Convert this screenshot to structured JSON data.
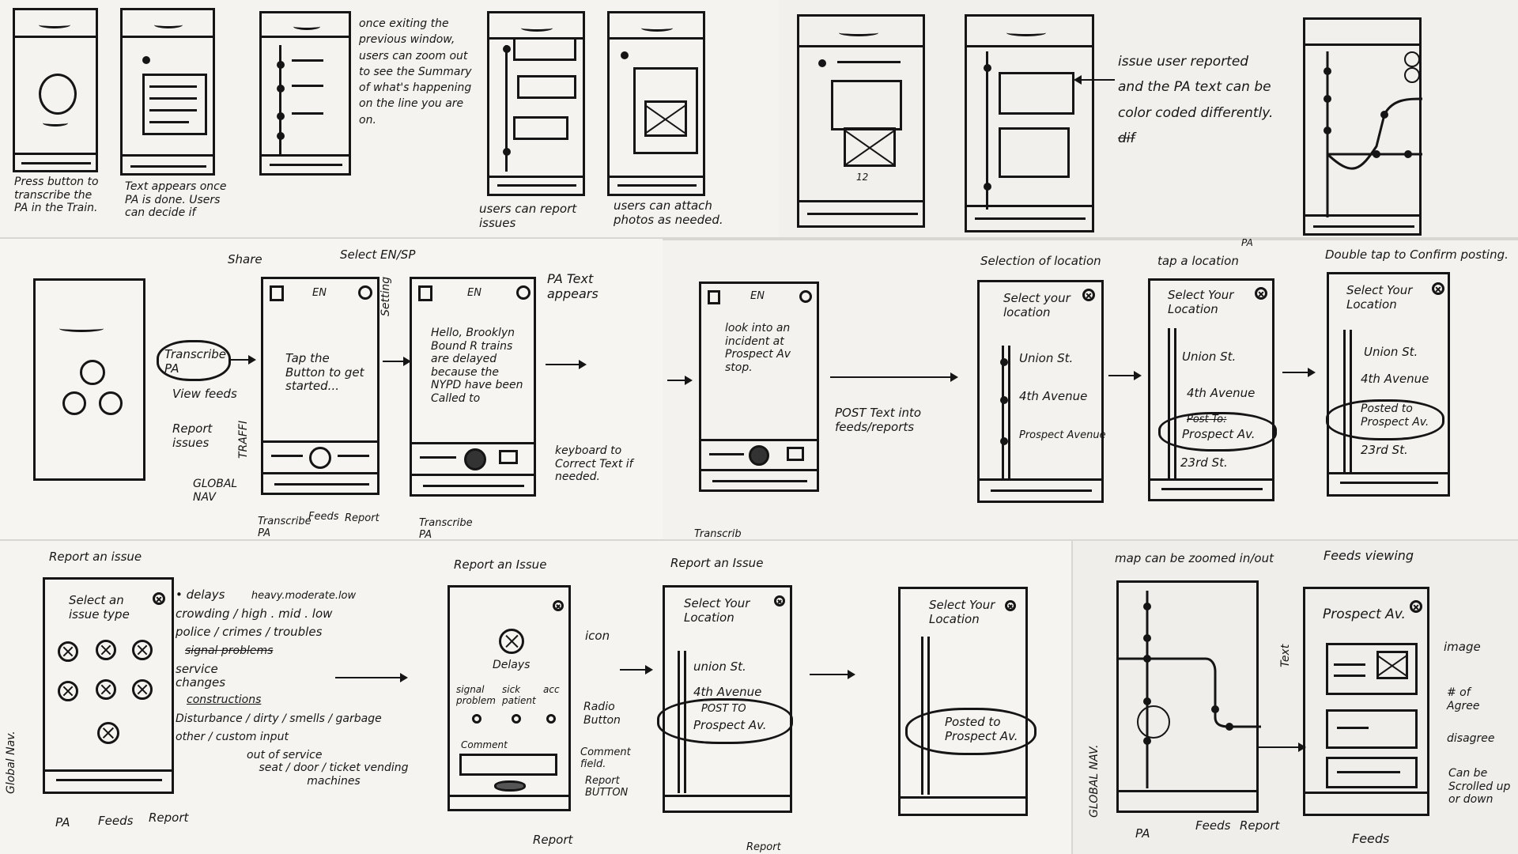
{
  "row1": {
    "n1": "Press button to transcribe the PA in the Train.",
    "n2": "Text appears once PA is done. Users can decide if",
    "n3": "once exiting the previous window, users can zoom out to see the Summary of what's happening on the line you are on.",
    "n4": "users can report issues",
    "n5": "users can attach photos as needed.",
    "n6_page": "12",
    "n7": "issue user reported and the PA text can be color coded differently.",
    "n7_struck": "dif"
  },
  "row2": {
    "share": "Share",
    "select_en_sp": "Select EN/SP",
    "setting": "Setting",
    "transcribe_pa": "Transcribe PA",
    "view_feeds": "View feeds",
    "report_issues": "Report issues",
    "traffic": "TRAFFI",
    "global_nav": "GLOBAL NAV",
    "nav_transcribe": "Transcribe PA",
    "nav_feeds": "Feeds",
    "nav_report": "Report",
    "en": "EN",
    "tap_button": "Tap the Button to get started...",
    "pa_text_appears": "PA Text appears",
    "hello_brooklyn": "Hello, Brooklyn Bound R trains are delayed because the NYPD have been Called to",
    "keyboard_note": "keyboard to Correct Text if needed.",
    "transcribe_cut": "Transcribe PA",
    "pa_top": "PA",
    "incident_text": "look into an incident at Prospect Av stop.",
    "post_text_note": "POST Text into feeds/reports",
    "transcrib_cut2": "Transcrib",
    "sel_location_title": "Selection of location",
    "tap_location_title": "tap a location",
    "double_tap_title": "Double tap to Confirm posting.",
    "select_your_location": "Select your location",
    "select_your_location_cap": "Select Your Location",
    "stations": [
      "Union St.",
      "4th Avenue",
      "Prospect Avenue",
      "23rd St."
    ],
    "post_to": "Post To:",
    "prospect_av": "Prospect Av.",
    "posted_to": "Posted to",
    "posted_prospect": "Prospect Av.",
    "stations_short": [
      "Union St.",
      "4th Avenue",
      "23rd St."
    ]
  },
  "row3": {
    "report_issue_title": "Report an issue",
    "select_issue_type": "Select an issue type",
    "types": [
      {
        "label": "delays",
        "detail": "heavy.moderate.low"
      },
      {
        "label": "crowding / high . mid . low",
        "detail": ""
      },
      {
        "label": "police / crimes / troubles",
        "detail": ""
      },
      {
        "label": "signal problems",
        "detail": "struck"
      },
      {
        "label": "service changes",
        "detail": ""
      },
      {
        "label": "constructions",
        "detail": ""
      },
      {
        "label": "Disturbance / dirty / smells / garbage",
        "detail": ""
      },
      {
        "label": "other / custom input",
        "detail": ""
      },
      {
        "label": "out of service",
        "detail": ""
      },
      {
        "label": "seat / door / ticket vending machines",
        "detail": ""
      }
    ],
    "global_nav": "Global Nav.",
    "nav_pa": "PA",
    "nav_feeds": "Feeds",
    "nav_report": "Report",
    "report_issue2": "Report an Issue",
    "delays": "Delays",
    "opt1": "signal problem",
    "opt2": "sick patient",
    "opt3": "acc",
    "comment": "Comment",
    "icon_note": "icon",
    "radio_note": "Radio Button",
    "comment_note": "Comment field.",
    "report_btn_note": "Report BUTTON",
    "report_label": "Report",
    "report_issue3": "Report an Issue",
    "select_location": "Select Your Location",
    "union": "union St.",
    "fourth": "4th Avenue",
    "post_to": "POST TO",
    "prospect": "Prospect Av.",
    "report_bottom": "Report",
    "posted_to": "Posted to",
    "posted_prospect": "Prospect Av.",
    "map_note": "map can be zoomed in/out",
    "feeds_viewing": "Feeds viewing",
    "feeds_prospect": "Prospect Av.",
    "text_note": "Text",
    "image_note": "image",
    "agree_note": "# of Agree",
    "disagree_note": "disagree",
    "scroll_note": "Can be Scrolled up or down",
    "global_nav2": "GLOBAL NAV.",
    "pa": "PA",
    "feeds": "Feeds",
    "report": "Report",
    "feeds_bottom": "Feeds"
  }
}
